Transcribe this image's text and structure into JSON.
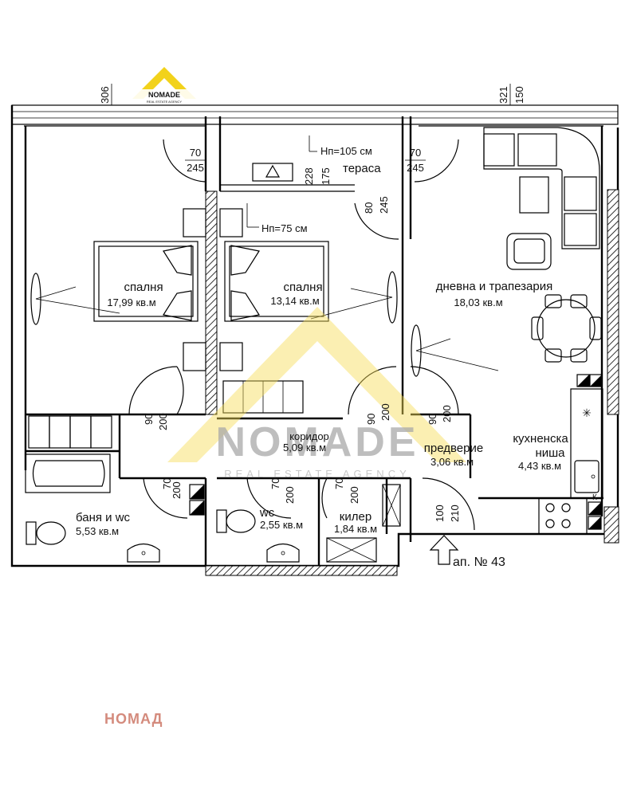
{
  "logo": {
    "brand": "NOMADE",
    "tagline": "REAL ESTATE AGENCY",
    "color": "#f2d21b"
  },
  "watermark": {
    "brand": "NOMADE",
    "tagline": "REAL ESTATE AGENCY",
    "color": "#f5dc5a"
  },
  "footer_brand": "НОМАД",
  "rooms": {
    "bedroom_left": {
      "name": "спалня",
      "area": "17,99 кв.м"
    },
    "bedroom_right": {
      "name": "спалня",
      "area": "13,14 кв.м"
    },
    "living": {
      "name": "дневна и трапезария",
      "area": "18,03 кв.м"
    },
    "terrace": {
      "name": "тераса"
    },
    "corridor": {
      "name": "коридор",
      "area": "5,09 кв.м"
    },
    "entrance": {
      "name": "предверие",
      "area": "3,06 кв.м"
    },
    "kitchen": {
      "name_line1": "кухненска",
      "name_line2": "ниша",
      "area": "4,43 кв.м"
    },
    "bathroom": {
      "name": "баня и wc",
      "area": "5,53 кв.м"
    },
    "wc": {
      "name": "wc",
      "area": "2,55 кв.м"
    },
    "storage": {
      "name": "килер",
      "area": "1,84 кв.м"
    }
  },
  "apartment_label": "ап. № 43",
  "notes": {
    "sill_terrace": "Нп=105 см",
    "sill_bedroom": "Нп=75 см"
  },
  "dimensions": {
    "top_left": "306",
    "top_right_a": "321",
    "top_right_b": "150",
    "terrace_door_left_w": "70",
    "terrace_door_left_h": "245",
    "terrace_door_right_w": "70",
    "terrace_door_right_h": "245",
    "terrace_window_a": "228",
    "terrace_window_b": "175",
    "living_door_w": "80",
    "living_door_h": "245",
    "door_bed_left_w": "90",
    "door_bed_left_h": "200",
    "door_bed_right_w": "90",
    "door_bed_right_h": "200",
    "door_living_w": "90",
    "door_living_h": "200",
    "door_bath_w": "70",
    "door_bath_h": "200",
    "door_wc_w": "70",
    "door_wc_h": "200",
    "door_storage_w": "70",
    "door_storage_h": "200",
    "entry_door_w": "100",
    "entry_door_h": "210",
    "kitchen_marker": "К"
  }
}
